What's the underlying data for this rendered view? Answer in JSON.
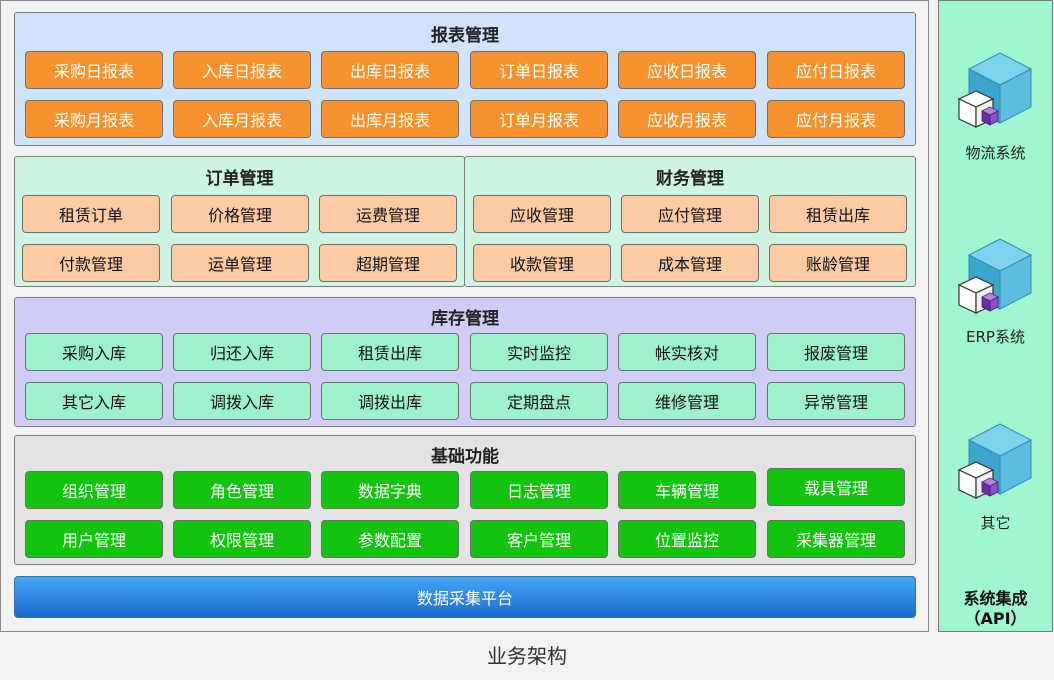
{
  "report": {
    "title": "报表管理",
    "row1": [
      "采购日报表",
      "入库日报表",
      "出库日报表",
      "订单日报表",
      "应收日报表",
      "应付日报表"
    ],
    "row2": [
      "采购月报表",
      "入库月报表",
      "出库月报表",
      "订单月报表",
      "应收月报表",
      "应付月报表"
    ]
  },
  "order": {
    "title": "订单管理",
    "row1": [
      "租赁订单",
      "价格管理",
      "运费管理"
    ],
    "row2": [
      "付款管理",
      "运单管理",
      "超期管理"
    ]
  },
  "finance": {
    "title": "财务管理",
    "row1": [
      "应收管理",
      "应付管理",
      "租赁出库"
    ],
    "row2": [
      "收款管理",
      "成本管理",
      "账龄管理"
    ]
  },
  "stock": {
    "title": "库存管理",
    "row1": [
      "采购入库",
      "归还入库",
      "租赁出库",
      "实时监控",
      "帐实核对",
      "报废管理"
    ],
    "row2": [
      "其它入库",
      "调拨入库",
      "调拨出库",
      "定期盘点",
      "维修管理",
      "异常管理"
    ]
  },
  "basic": {
    "title": "基础功能",
    "row1": [
      "组织管理",
      "角色管理",
      "数据字典",
      "日志管理",
      "车辆管理",
      "载具管理"
    ],
    "row2": [
      "用户管理",
      "权限管理",
      "参数配置",
      "客户管理",
      "位置监控",
      "采集器管理"
    ]
  },
  "platform": "数据采集平台",
  "integration": {
    "title_line1": "系统集成",
    "title_line2": "（API）",
    "systems": [
      "物流系统",
      "ERP系统",
      "其它"
    ]
  },
  "caption": "业务架构",
  "colors": {
    "report_bg": "#cfe4fb",
    "report_box": "#f8922e",
    "order_bg": "#cdf5e2",
    "order_box": "#fccba3",
    "stock_bg": "#cfcdf6",
    "stock_box": "#9ef1cd",
    "basic_bg": "#e3e3e3",
    "basic_box": "#12c30f",
    "platform": "#1f7ae0",
    "side_bg": "#9ff6cf"
  },
  "icons": [
    "cube-icon"
  ]
}
